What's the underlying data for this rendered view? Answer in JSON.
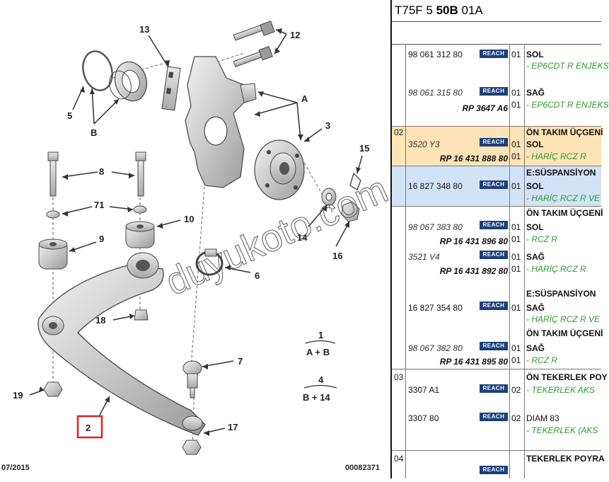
{
  "diagram": {
    "callouts": {
      "n13": "13",
      "n12": "12",
      "nA": "A",
      "n5": "5",
      "nB": "B",
      "n3": "3",
      "n15": "15",
      "n8": "8",
      "n71": "71",
      "n10": "10",
      "n9": "9",
      "n14": "14",
      "n16": "16",
      "n6": "6",
      "n18": "18",
      "n7": "7",
      "n19": "19",
      "n2": "2",
      "n17": "17"
    },
    "legend": {
      "group1_number": "1",
      "group1_formula": "A + B",
      "group4_number": "4",
      "group4_formula": "B + 14"
    },
    "footer_date": "07/2015",
    "footer_code": "00082371",
    "watermark": "duyukoto.com"
  },
  "header": {
    "part1": "T75F 5 ",
    "part2": "50B",
    "part3": " 01A"
  },
  "reach_label": "REACH",
  "table": {
    "rows": [
      {
        "part": "98 061 312 80",
        "qty": "01",
        "desc": "SOL",
        "note": "- EP6CDT R ENJEKS"
      },
      {
        "part": "98 061 315 80",
        "qty": "01",
        "desc": "SAĞ",
        "rp": "RP 3647 A6",
        "qty2": "01",
        "note": "- EP6CDT R ENJEKS"
      },
      {
        "group": "02",
        "part": "3520 Y3",
        "qty": "01",
        "desc_top": "ÖN TAKIM ÜÇGENİ",
        "desc": "SOL",
        "rp": "RP 16 431 888 80",
        "qty2": "01",
        "note": "- HARİÇ RCZ R"
      },
      {
        "part": "16 827 348 80",
        "qty": "01",
        "desc_top": "E:SÜSPANSİYON",
        "desc": "SOL",
        "note": "- HARİÇ RCZ R VE"
      },
      {
        "part": "98 067 383 80",
        "qty": "01",
        "desc_top": "ÖN TAKIM ÜÇGENİ",
        "desc": "SOL",
        "rp": "RP 16 431 896 80",
        "qty2": "01",
        "note": "- RCZ R"
      },
      {
        "part": "3521 V4",
        "qty": "01",
        "desc": "SAĞ",
        "rp": "RP 16 431 892 80",
        "qty2": "01",
        "note": "- HARİÇ RCZ R"
      },
      {
        "part": "16 827 354 80",
        "qty": "01",
        "desc_top": "E:SÜSPANSİYON",
        "desc": "SAĞ",
        "note": "- HARİÇ RCZ R VE"
      },
      {
        "part": "98 067 382 80",
        "qty": "01",
        "desc_top": "ÖN TAKIM ÜÇGENİ",
        "desc": "SAĞ",
        "rp": "RP 16 431 895 80",
        "qty2": "01",
        "note": "- RCZ R"
      },
      {
        "group": "03",
        "part": "3307 A1",
        "qty": "02",
        "desc_top": "ÖN TEKERLEK POY",
        "note": "- TEKERLEK AKS"
      },
      {
        "part": "3307 80",
        "qty": "02",
        "desc": "DIAM 83",
        "note": "- TEKERLEK (AKS"
      },
      {
        "group": "04",
        "desc_top": "TEKERLEK POYRA"
      }
    ]
  },
  "colors": {
    "highlight_row": "#fde3b6",
    "selected_row": "#d3e3f7",
    "reach_badge": "#1c3f7a",
    "note_text": "#2e9a2e",
    "callout_box": "#e02020"
  }
}
